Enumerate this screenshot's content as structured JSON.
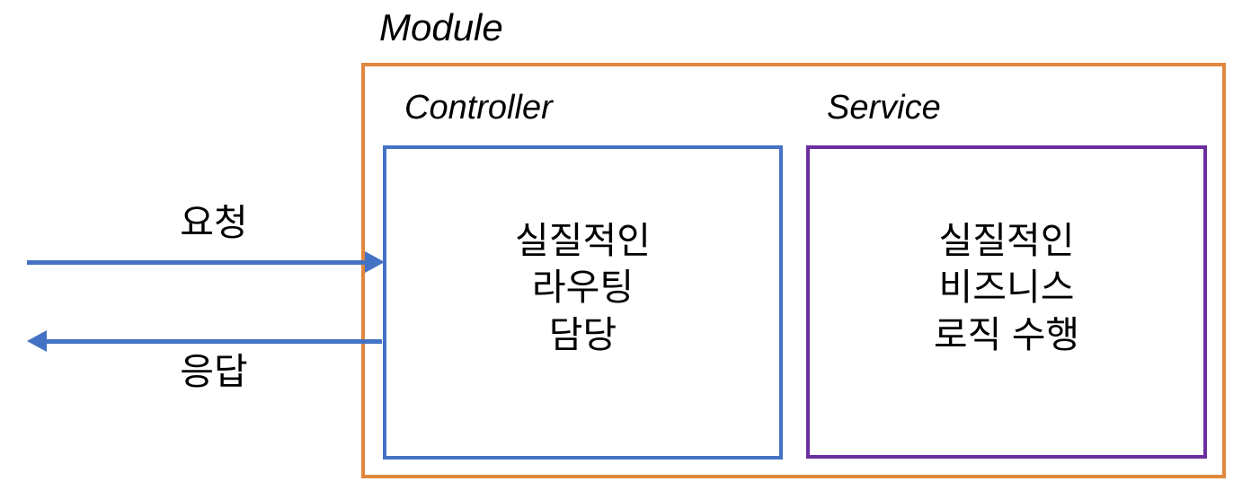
{
  "diagram": {
    "title": "Module / Controller / Service request-response diagram",
    "colors": {
      "module_border": "#E0873E",
      "controller_border": "#4472C4",
      "service_border": "#6B2FA0",
      "arrow": "#4472C4",
      "text": "#000000",
      "background": "#FFFFFF"
    },
    "containers": {
      "module": {
        "caption": "Module"
      },
      "controller": {
        "caption": "Controller",
        "body": "실질적인\n라우팅\n담당"
      },
      "service": {
        "caption": "Service",
        "body": "실질적인\n비즈니스\n로직 수행"
      }
    },
    "arrows": {
      "request": {
        "label": "요청",
        "direction": "right"
      },
      "response": {
        "label": "응답",
        "direction": "left"
      }
    }
  }
}
